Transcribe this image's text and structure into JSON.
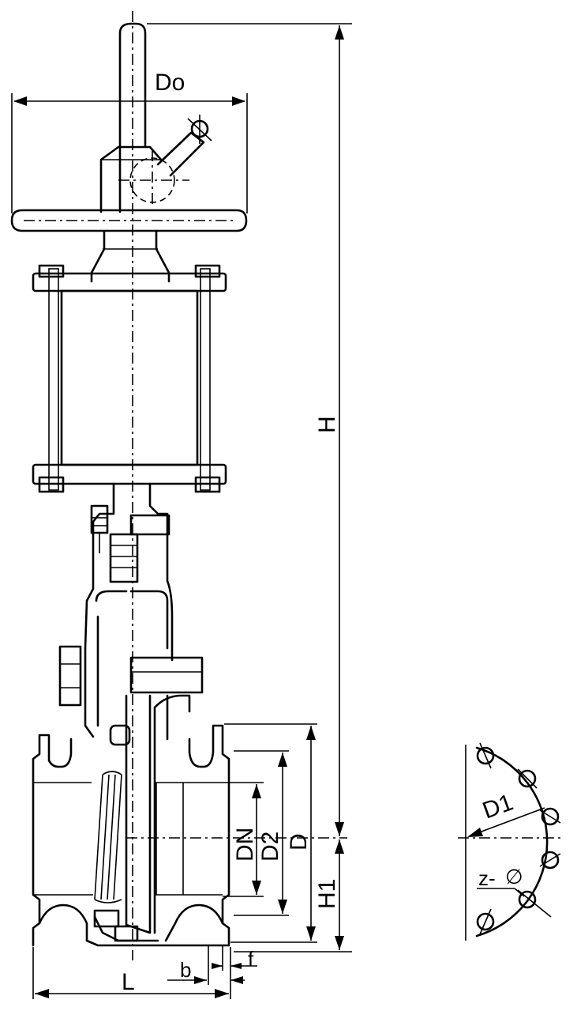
{
  "labels": {
    "handwheel_diameter": "Do",
    "overall_height": "H",
    "center_height": "H1",
    "nominal_diameter": "DN",
    "raised_face_diameter": "D2",
    "flange_diameter": "D",
    "face_to_face_length": "L",
    "flange_thickness": "b",
    "raised_face_height": "f",
    "bolt_circle_diameter": "D1",
    "bolt_holes": "z-",
    "hole_symbol": "∅"
  },
  "colors": {
    "line": "#000000",
    "background": "#ffffff"
  }
}
